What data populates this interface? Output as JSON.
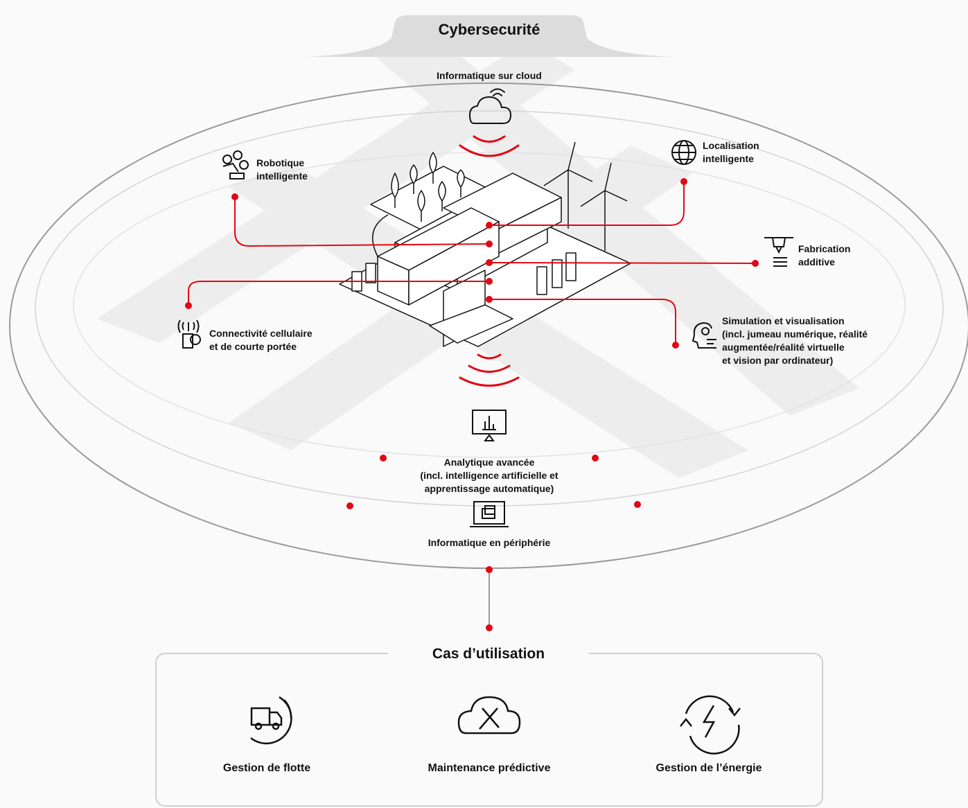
{
  "title": "Cybersecurité",
  "labels": {
    "cloud": "Informatique sur cloud",
    "robotics": [
      "Robotique",
      "intelligente"
    ],
    "localisation": [
      "Localisation",
      "intelligente"
    ],
    "additive": [
      "Fabrication",
      "additive"
    ],
    "connectivity": [
      "Connectivité cellulaire",
      "et de courte portée"
    ],
    "simulation": [
      "Simulation et visualisation",
      "(incl. jumeau numérique, réalité",
      "augmentée/réalité virtuelle",
      "et vision par ordinateur)"
    ],
    "analytics": [
      "Analytique avancée",
      "(incl. intelligence artificielle et",
      "apprentissage automatique)"
    ],
    "edge": "Informatique en périphérie"
  },
  "use_cases": {
    "title": "Cas d’utilisation",
    "items": [
      {
        "label": "Gestion de flotte",
        "icon": "truck-icon"
      },
      {
        "label": "Maintenance prédictive",
        "icon": "cloud-tools-icon"
      },
      {
        "label": "Gestion de l’énergie",
        "icon": "energy-cycle-icon"
      }
    ]
  },
  "colors": {
    "accent": "#e30613",
    "ring": "#a8a8a8",
    "road": "#ececec",
    "text": "#111111"
  }
}
